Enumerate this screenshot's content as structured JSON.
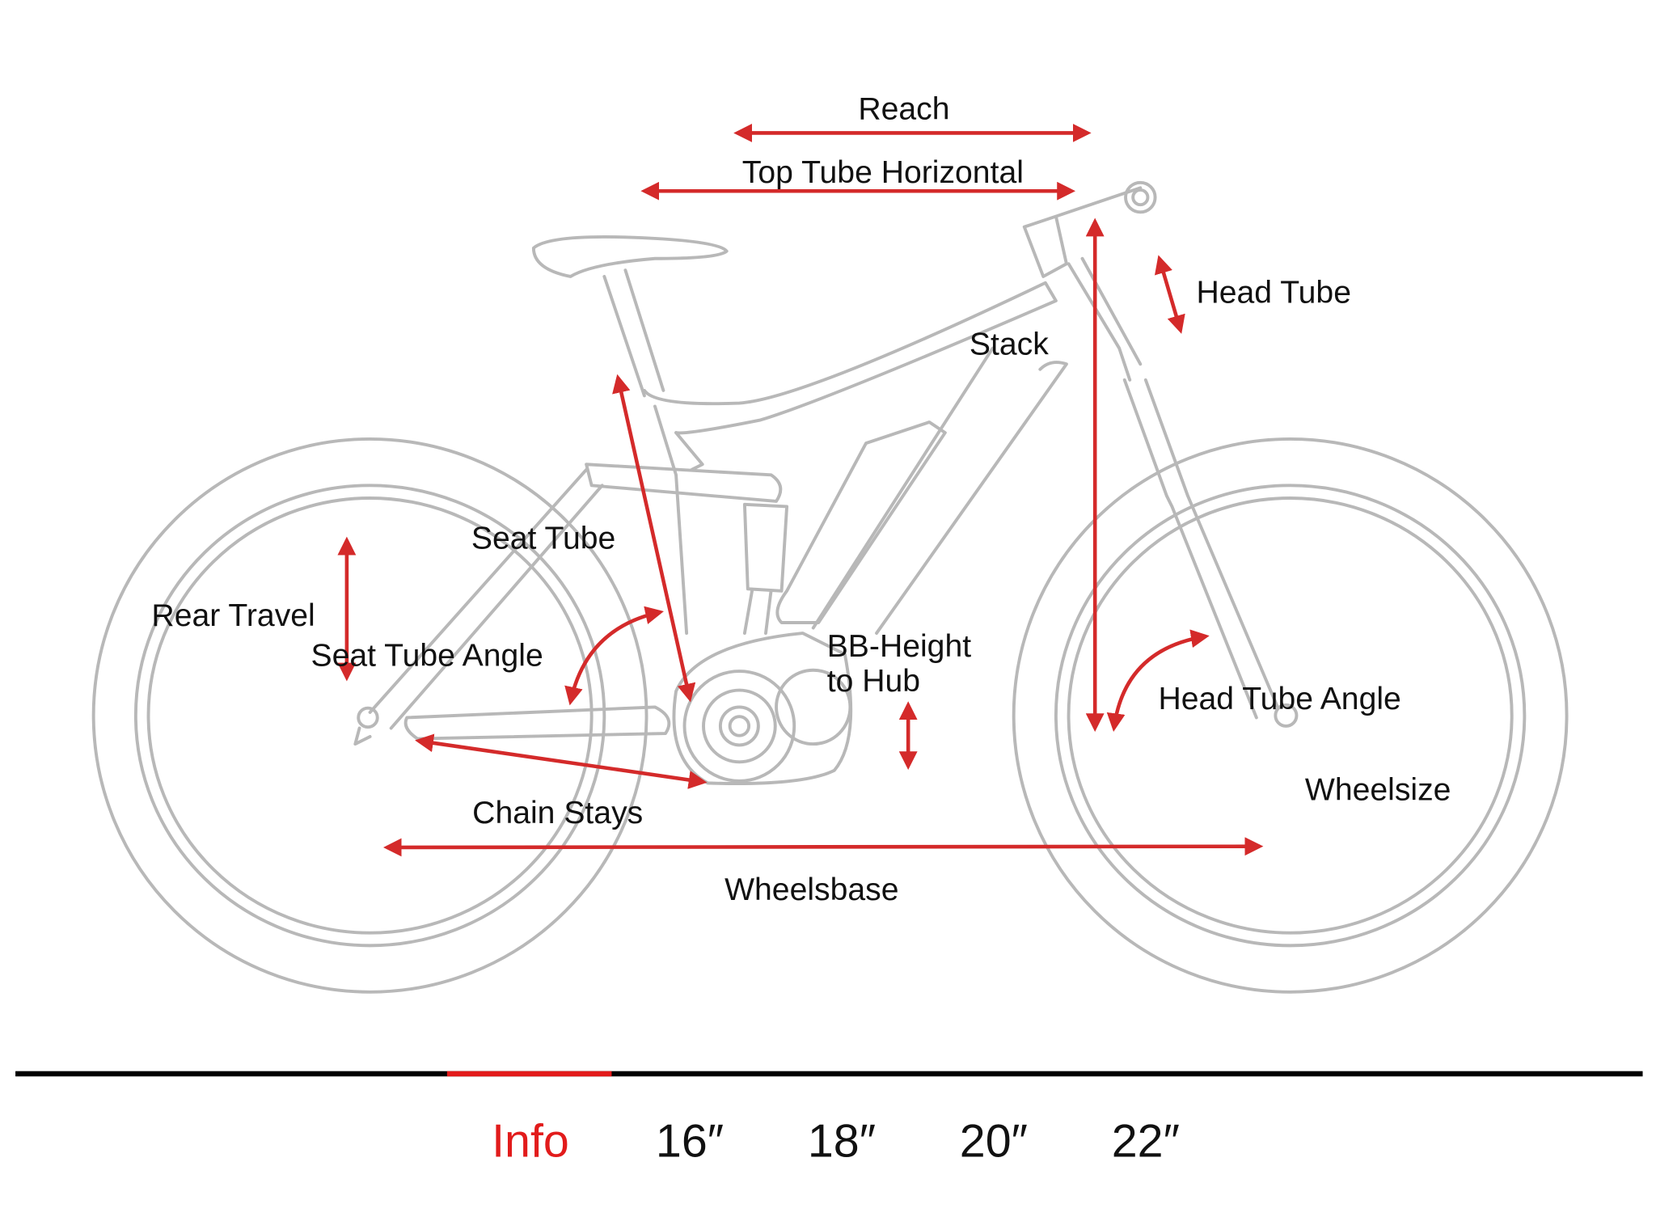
{
  "colors": {
    "accent": "#e21b1b",
    "arrow": "#d42a2a",
    "frame": "#b8b8b8",
    "tabbar": "#000000"
  },
  "diagram": {
    "labels": {
      "reach": "Reach",
      "top_tube_horizontal": "Top Tube Horizontal",
      "head_tube": "Head Tube",
      "stack": "Stack",
      "seat_tube": "Seat Tube",
      "rear_travel": "Rear Travel",
      "seat_tube_angle": "Seat Tube Angle",
      "bb_height_line1": "BB-Height",
      "bb_height_line2": "to Hub",
      "head_tube_angle": "Head Tube Angle",
      "wheelsize": "Wheelsize",
      "chain_stays": "Chain Stays",
      "wheelsbase": "Wheelsbase"
    }
  },
  "tabs": [
    {
      "label": "Info",
      "active": true
    },
    {
      "label": "16″",
      "active": false
    },
    {
      "label": "18″",
      "active": false
    },
    {
      "label": "20″",
      "active": false
    },
    {
      "label": "22″",
      "active": false
    }
  ]
}
